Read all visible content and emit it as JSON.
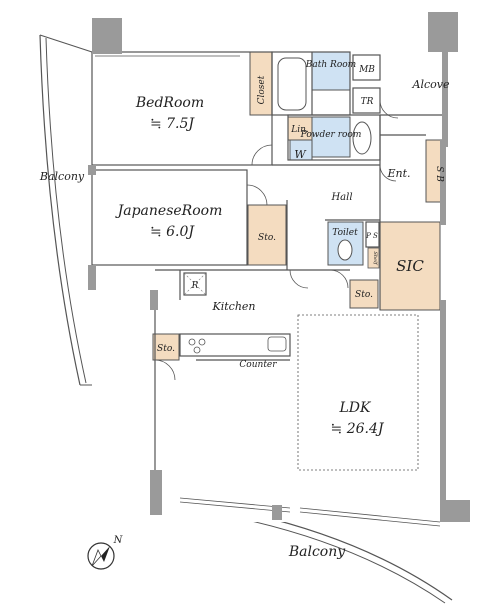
{
  "colors": {
    "wall": "#9a9a9a",
    "line": "#555555",
    "storage": "#f4dcc0",
    "wet": "#cfe2f3",
    "floor": "#ffffff"
  },
  "rooms": {
    "bedroom": {
      "name": "BedRoom",
      "size": "≒ 7.5J"
    },
    "japanese": {
      "name": "JapaneseRoom",
      "size": "≒ 6.0J"
    },
    "ldk": {
      "name": "LDK",
      "size": "≒ 26.4J"
    },
    "kitchen": "Kitchen",
    "counter": "Counter",
    "hall": "Hall",
    "entrance": "Ent.",
    "alcove": "Alcove",
    "balcony_left": "Balcony",
    "balcony_bottom": "Balcony"
  },
  "storage": {
    "closet": "Closet",
    "lin": "Lin.",
    "sto_japanese": "Sto.",
    "sto_kitchen": "Sto.",
    "sto_ldk": "Sto.",
    "sic": "SIC",
    "sb": "S B",
    "shelf": "Shelf"
  },
  "wet_areas": {
    "bath": "Bath Room",
    "powder": "Powder room",
    "toilet": "Toilet",
    "washer": "W"
  },
  "utility": {
    "mb": "MB",
    "tr": "TR",
    "ps": "P S",
    "refrigerator": "R"
  },
  "compass": {
    "label": "N",
    "icon": "north-arrow-icon"
  }
}
